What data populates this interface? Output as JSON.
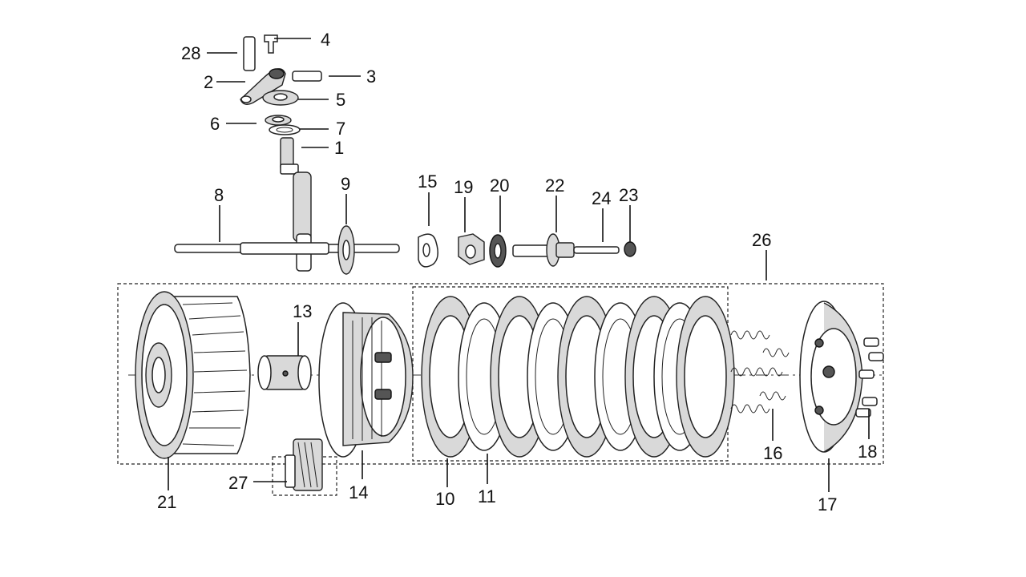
{
  "diagram": {
    "callouts": {
      "p1": "1",
      "p2": "2",
      "p3": "3",
      "p4": "4",
      "p5": "5",
      "p6": "6",
      "p7": "7",
      "p8": "8",
      "p9": "9",
      "p10": "10",
      "p11": "11",
      "p13": "13",
      "p14": "14",
      "p15": "15",
      "p16": "16",
      "p17": "17",
      "p18": "18",
      "p19": "19",
      "p20": "20",
      "p21": "21",
      "p22": "22",
      "p23": "23",
      "p24": "24",
      "p26": "26",
      "p27": "27",
      "p28": "28"
    }
  }
}
